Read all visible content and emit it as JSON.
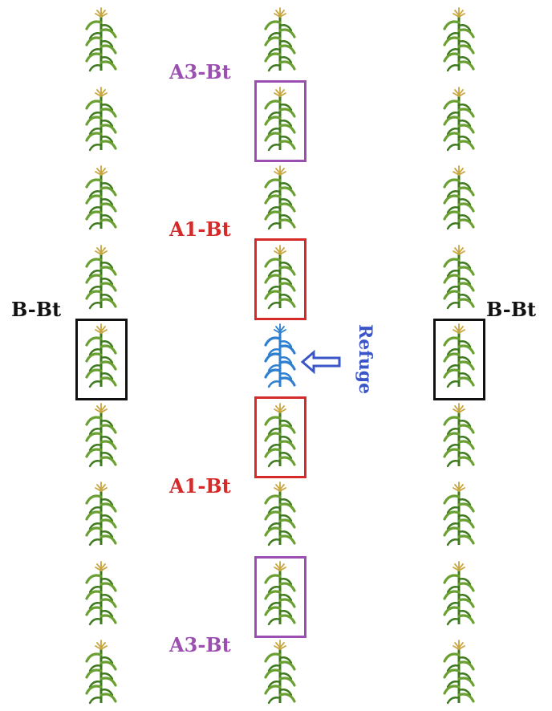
{
  "colors": {
    "a3": "#9b4fb0",
    "a1": "#d42a2a",
    "b": "#111111",
    "refuge": "#3a55c8",
    "plant_green": "#3f7a1e",
    "plant_green_light": "#6aa031",
    "plant_tassel": "#c9a640",
    "refuge_plant": "#2e7fd0"
  },
  "field": {
    "rows": [
      {
        "name": "left-row",
        "plants": 9,
        "refuge_index": -1
      },
      {
        "name": "center-row",
        "plants": 9,
        "refuge_index": 4
      },
      {
        "name": "right-row",
        "plants": 9,
        "refuge_index": -1
      }
    ]
  },
  "labels": {
    "a3_top": "A3-Bt",
    "a1_top": "A1-Bt",
    "a1_bottom": "A1-Bt",
    "a3_bottom": "A3-Bt",
    "b_left": "B-Bt",
    "b_right": "B-Bt",
    "refuge": "Refuge"
  },
  "icons": {
    "plant": "corn-plant-icon",
    "refuge_plant": "refuge-corn-plant-icon",
    "arrow": "hollow-arrow-left-icon"
  }
}
